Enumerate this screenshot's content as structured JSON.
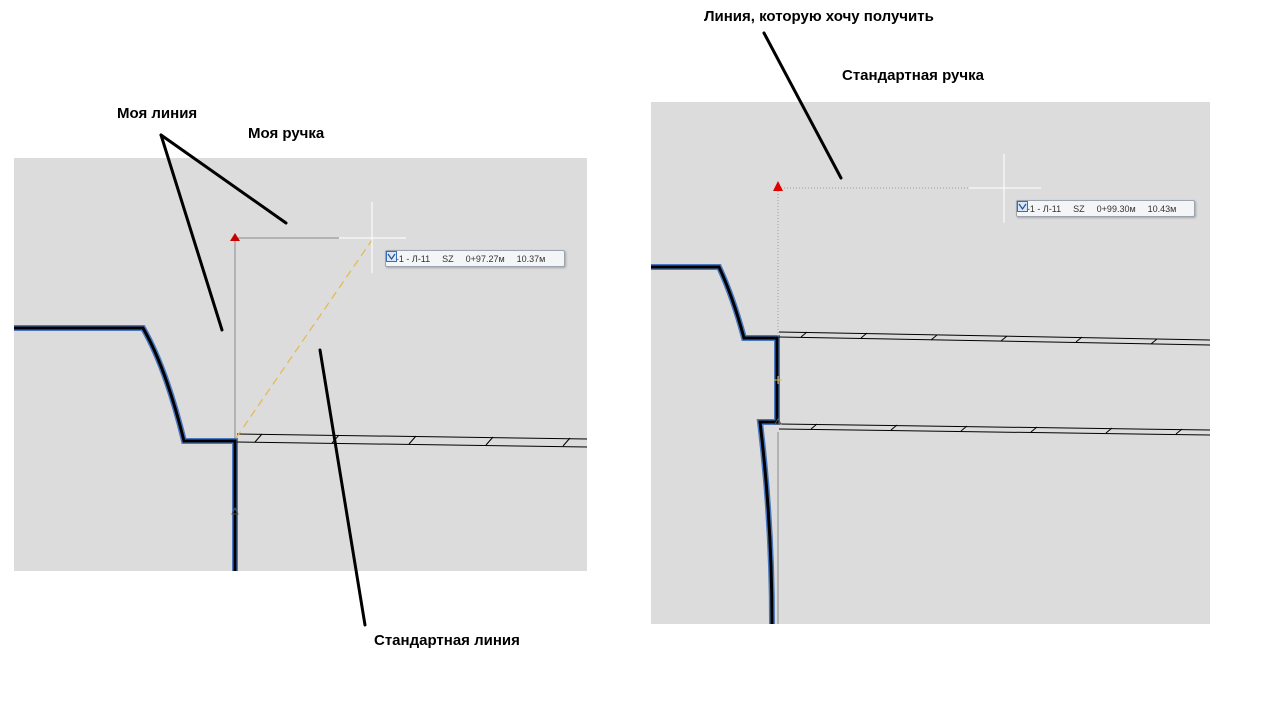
{
  "annotations": {
    "my_line": "Моя линия",
    "my_grip": "Моя ручка",
    "standard_line": "Стандартная линия",
    "desired_line": "Линия, которую хочу получить",
    "standard_grip": "Стандартная ручка"
  },
  "left_view": {
    "tooltip": {
      "alignment": "Л-1 - Л-11",
      "code": "SZ",
      "station": "0+97.27м",
      "offset": "10.37м"
    }
  },
  "right_view": {
    "tooltip": {
      "alignment": "Л-1 - Л-11",
      "code": "SZ",
      "station": "0+99.30м",
      "offset": "10.43м"
    }
  },
  "colors": {
    "viewport_bg": "#dcdcdc",
    "grip_red": "#e00000",
    "highlight_blue": "#3a6db5",
    "dashed_orange": "#e6b84a"
  }
}
